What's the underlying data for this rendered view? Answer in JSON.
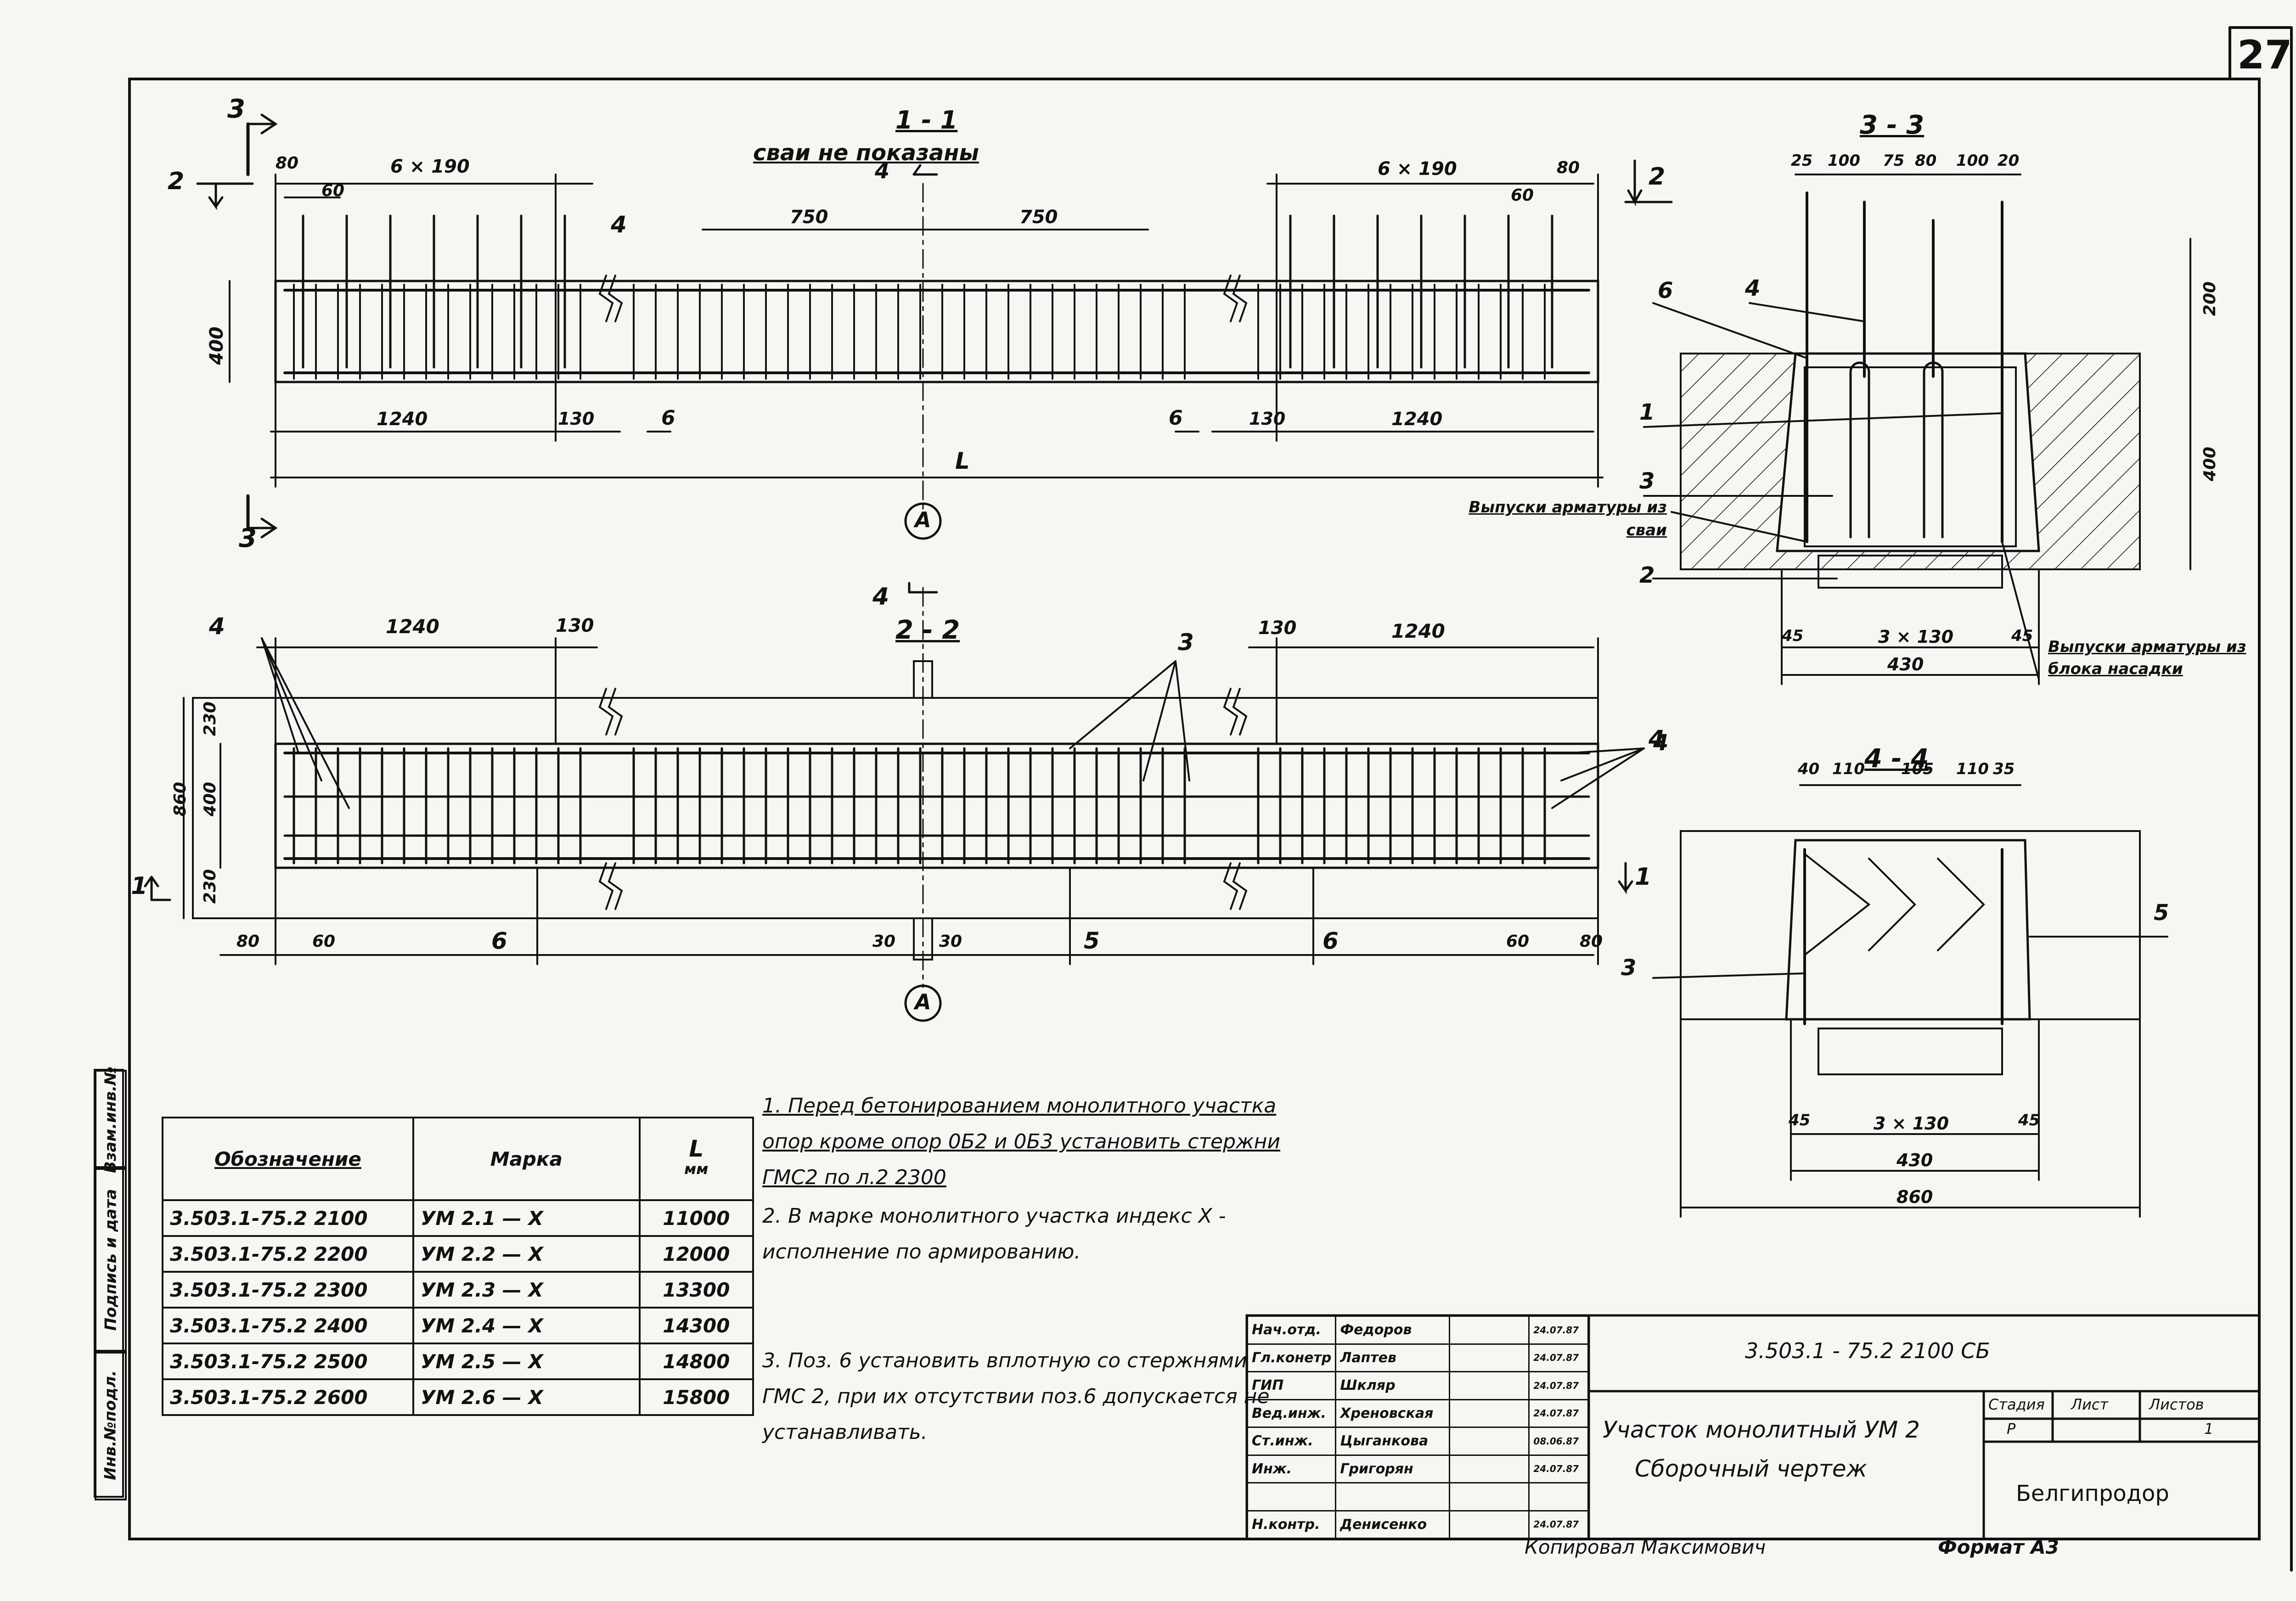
{
  "page_number": "27",
  "sections": {
    "s11": {
      "title": "1 - 1",
      "subtitle": "сваи не показаны"
    },
    "s22": {
      "title": "2 - 2"
    },
    "s33": {
      "title": "3 - 3"
    },
    "s44": {
      "title": "4 - 4"
    }
  },
  "dims": {
    "s11": {
      "d80a": "80",
      "d6x190a": "6 × 190",
      "d60a": "60",
      "d750a": "750",
      "d750b": "750",
      "d6x190b": "6 × 190",
      "d80b": "80",
      "d60b": "60",
      "d400": "400",
      "d1240a": "1240",
      "d130a": "130",
      "d1240b": "1240",
      "d130b": "130",
      "L": "L"
    },
    "s22": {
      "d1240a": "1240",
      "d130a": "130",
      "d130b": "130",
      "d1240b": "1240",
      "d230a": "230",
      "d400": "400",
      "d860": "860",
      "d230b": "230",
      "d80a": "80",
      "d60a": "60",
      "d30a": "30",
      "d30b": "30",
      "d60b": "60",
      "d80b": "80"
    },
    "s33": {
      "d25": "25",
      "d100a": "100",
      "d75": "75",
      "d80": "80",
      "d100b": "100",
      "d20": "20",
      "d200": "200",
      "d400": "400",
      "d45a": "45",
      "d3x130": "3 × 130",
      "d45b": "45",
      "d430": "430"
    },
    "s44": {
      "d40": "40",
      "d110a": "110",
      "d105": "105",
      "d110b": "110",
      "d35": "35",
      "d45a": "45",
      "d3x130": "3 × 130",
      "d45b": "45",
      "d430": "430",
      "d860": "860"
    }
  },
  "callouts": {
    "c1": "1",
    "c2": "2",
    "c3": "3",
    "c4": "4",
    "c5": "5",
    "c6": "6",
    "axis_a": "A",
    "cut1": "1",
    "cut2": "2",
    "cut3": "3",
    "cut4": "4",
    "pile_rebar": "Выпуски арматуры из сваи",
    "cap_rebar": "Выпуски арматуры из блока насадки"
  },
  "table": {
    "headers": [
      "Обозначение",
      "Марка",
      "L"
    ],
    "unit": "мм",
    "rows": [
      [
        "3.503.1-75.2 2100",
        "УМ 2.1 — Х",
        "11000"
      ],
      [
        "3.503.1-75.2 2200",
        "УМ 2.2 — Х",
        "12000"
      ],
      [
        "3.503.1-75.2 2300",
        "УМ 2.3 — Х",
        "13300"
      ],
      [
        "3.503.1-75.2 2400",
        "УМ 2.4 — Х",
        "14300"
      ],
      [
        "3.503.1-75.2 2500",
        "УМ 2.5 — Х",
        "14800"
      ],
      [
        "3.503.1-75.2 2600",
        "УМ 2.6 — Х",
        "15800"
      ]
    ]
  },
  "notes": [
    "1. Перед бетонированием монолитного участка опор кроме опор 0Б2 и 0Б3 установить стержни ГМС2 по л.2 2300",
    "2. В марке монолитного участка индекс Х - исполнение по армированию.",
    "3. Поз. 6 установить вплотную со стержнями ГМС 2, при их отсутствии поз.6 допускается не устанавливать."
  ],
  "stamp": {
    "roles": [
      "Нач.отд.",
      "Гл.конетр",
      "ГИП",
      "Вед.инж.",
      "Ст.инж.",
      "Инж.",
      "",
      "Н.контр."
    ],
    "names": [
      "Федоров",
      "Лаптев",
      "Шкляр",
      "Хреновская",
      "Цыганкова",
      "Григорян",
      "",
      "Денисенко"
    ],
    "dates": [
      "24.07.87",
      "24.07.87",
      "24.07.87",
      "24.07.87",
      "08.06.87",
      "24.07.87",
      "",
      "24.07.87"
    ],
    "code": "3.503.1 - 75.2   2100 СБ",
    "title1": "Участок монолитный  УМ 2",
    "title2": "Сборочный чертеж",
    "col_stage": "Стадия",
    "col_sheet": "Лист",
    "col_sheets": "Листов",
    "stage": "Р",
    "sheets": "1",
    "org": "Белгипродор"
  },
  "sidebar": [
    "Инв.№подл.",
    "Подпись и дата",
    "Взам.инв.№"
  ],
  "footer": {
    "copied": "Копировал  Максимович",
    "format": "Формат А3"
  }
}
